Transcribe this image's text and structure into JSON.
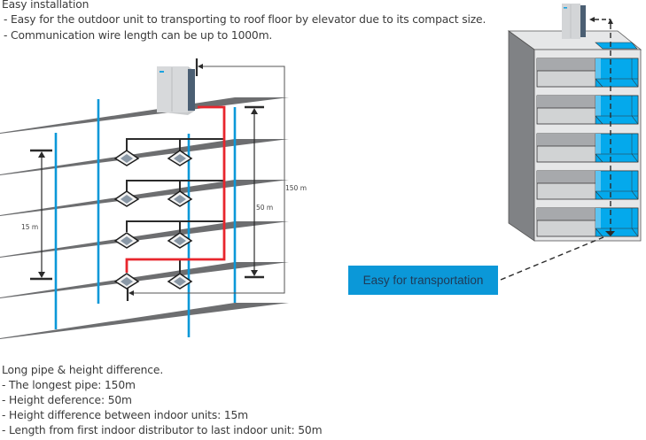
{
  "installation": {
    "title": "Easy installation",
    "bullets": [
      "-  Easy for the outdoor unit to transporting to roof floor by elevator due to its compact size.",
      "-  Communication wire length can be up to 1000m."
    ]
  },
  "pipe_diagram": {
    "labels": {
      "longest_pipe": "150 m",
      "height_difference": "50 m",
      "indoor_height_difference": "15 m"
    },
    "floors": 6,
    "indoor_units_per_floor": 2,
    "indoor_floors": 4,
    "colors": {
      "main_pipe": "#e8262d",
      "riser": "#0b98d8",
      "slab": "#6d6e70",
      "branch_pipe": "#2b2b2b"
    }
  },
  "building_diagram": {
    "callout": "Easy for transportation",
    "floors": 5,
    "colors": {
      "elevator": "#04a9ec",
      "building_face": "#e6e7e8",
      "building_side": "#808285",
      "callout_bg": "#0b98d8"
    }
  },
  "specs": {
    "title": "Long pipe & height difference.",
    "items": [
      "- The longest pipe: 150m",
      "- Height deference: 50m",
      "- Height difference between indoor units: 15m",
      "- Length from first indoor distributor to last indoor unit: 50m"
    ]
  }
}
